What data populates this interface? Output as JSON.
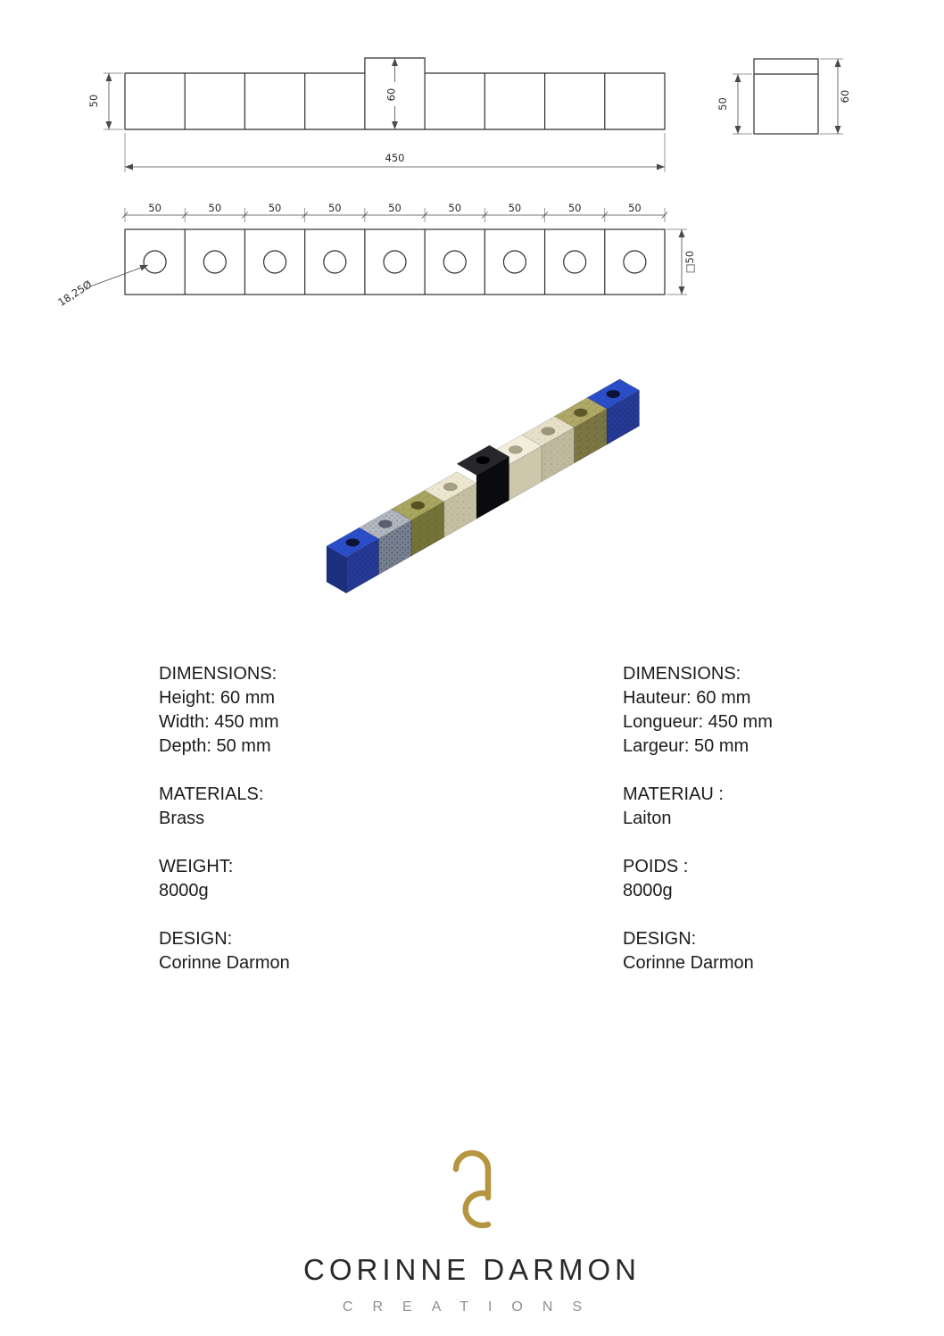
{
  "page": {
    "background": "#ffffff"
  },
  "drawing": {
    "front_view": {
      "height_label": "50",
      "raised_height_label": "60",
      "width_label": "450"
    },
    "side_view": {
      "body_height_label": "50",
      "total_height_label": "60"
    },
    "top_view": {
      "segment_labels": [
        "50",
        "50",
        "50",
        "50",
        "50",
        "50",
        "50",
        "50",
        "50"
      ],
      "hole_label": "18,25Ø",
      "depth_label": "□50"
    }
  },
  "render": {
    "cubes": [
      {
        "name": "blue-end",
        "top": "#2b4ecb",
        "side": "#243a96",
        "end": "#1c2f7e",
        "hole": "#0d1334",
        "texture": "dots"
      },
      {
        "name": "granite",
        "top": "#b2b8c0",
        "side": "#77808f",
        "hole": "#59606d",
        "texture": "dots"
      },
      {
        "name": "olive",
        "top": "#a9a75f",
        "side": "#767338",
        "hole": "#55521f",
        "texture": "streak"
      },
      {
        "name": "ivory",
        "top": "#ece7cf",
        "side": "#c5bfa2",
        "hole": "#a59f83",
        "texture": "grain"
      },
      {
        "name": "black-center",
        "top": "#27272b",
        "side": "#0b0b0f",
        "hole": "#000000",
        "tall": true
      },
      {
        "name": "cream",
        "top": "#f3eedb",
        "side": "#cdc7ab",
        "hole": "#aaa489"
      },
      {
        "name": "pearl",
        "top": "#e6e0c9",
        "side": "#bfb99d",
        "hole": "#9c9679",
        "texture": "grain"
      },
      {
        "name": "olive-2",
        "top": "#b1a966",
        "side": "#7b7644",
        "hole": "#5c5827",
        "texture": "streak"
      },
      {
        "name": "blue-end-2",
        "top": "#2b4ecb",
        "side": "#243a96",
        "hole": "#0d1334",
        "texture": "dots"
      }
    ]
  },
  "specs": {
    "en": {
      "groups": [
        {
          "label": "DIMENSIONS:",
          "lines": [
            "Height: 60 mm",
            "Width: 450 mm",
            "Depth: 50 mm"
          ]
        },
        {
          "label": "MATERIALS:",
          "lines": [
            "Brass"
          ]
        },
        {
          "label": "WEIGHT:",
          "lines": [
            "8000g"
          ]
        },
        {
          "label": "DESIGN:",
          "lines": [
            "Corinne Darmon"
          ]
        }
      ]
    },
    "fr": {
      "groups": [
        {
          "label": "DIMENSIONS:",
          "lines": [
            "Hauteur: 60 mm",
            "Longueur: 450 mm",
            "Largeur: 50 mm"
          ]
        },
        {
          "label": "MATERIAU :",
          "lines": [
            "Laiton"
          ]
        },
        {
          "label": "POIDS :",
          "lines": [
            "8000g"
          ]
        },
        {
          "label": "DESIGN:",
          "lines": [
            "Corinne Darmon"
          ]
        }
      ]
    }
  },
  "footer": {
    "brand": "CORINNE DARMON",
    "subtitle": "CREATIONS",
    "logo_color": "#b5953f"
  }
}
